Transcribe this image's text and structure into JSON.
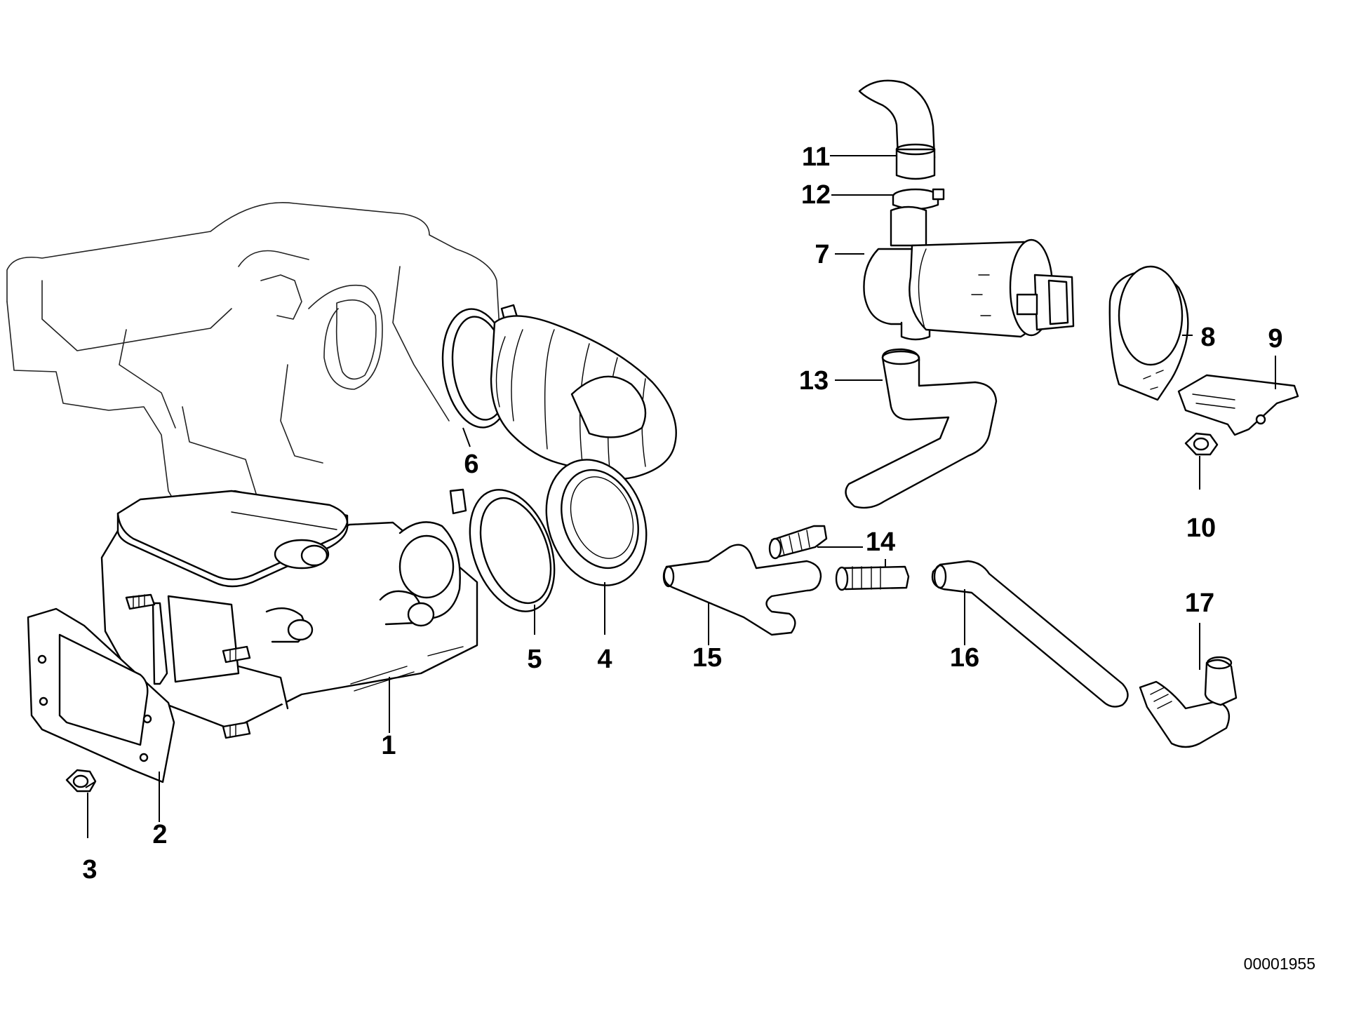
{
  "diagram": {
    "callouts": [
      "1",
      "2",
      "3",
      "4",
      "5",
      "6",
      "7",
      "8",
      "9",
      "10",
      "11",
      "12",
      "13",
      "14",
      "15",
      "16",
      "17"
    ],
    "document_number": "00001955"
  }
}
